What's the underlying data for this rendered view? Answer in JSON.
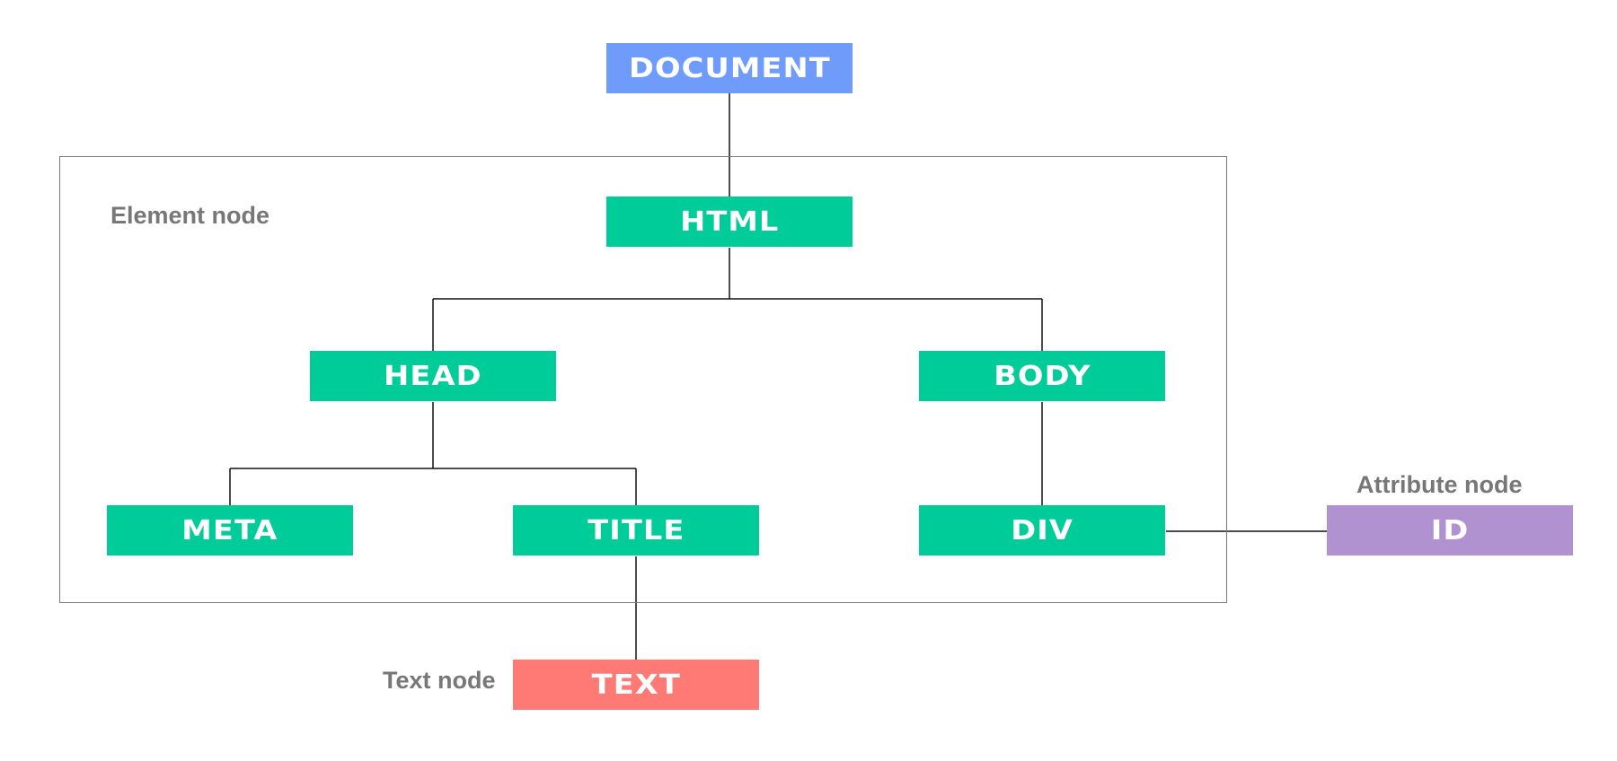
{
  "colors": {
    "document": "#6f9cfb",
    "element": "#00cc9a",
    "text": "#ff7a74",
    "attribute": "#b092d1",
    "line": "#111111",
    "label": "#777777"
  },
  "labels": {
    "element_node": "Element node",
    "text_node": "Text node",
    "attribute_node": "Attribute node"
  },
  "nodes": {
    "document": "DOCUMENT",
    "html": "HTML",
    "head": "HEAD",
    "body": "BODY",
    "meta": "META",
    "title": "TITLE",
    "div": "DIV",
    "text": "TEXT",
    "id": "ID"
  }
}
